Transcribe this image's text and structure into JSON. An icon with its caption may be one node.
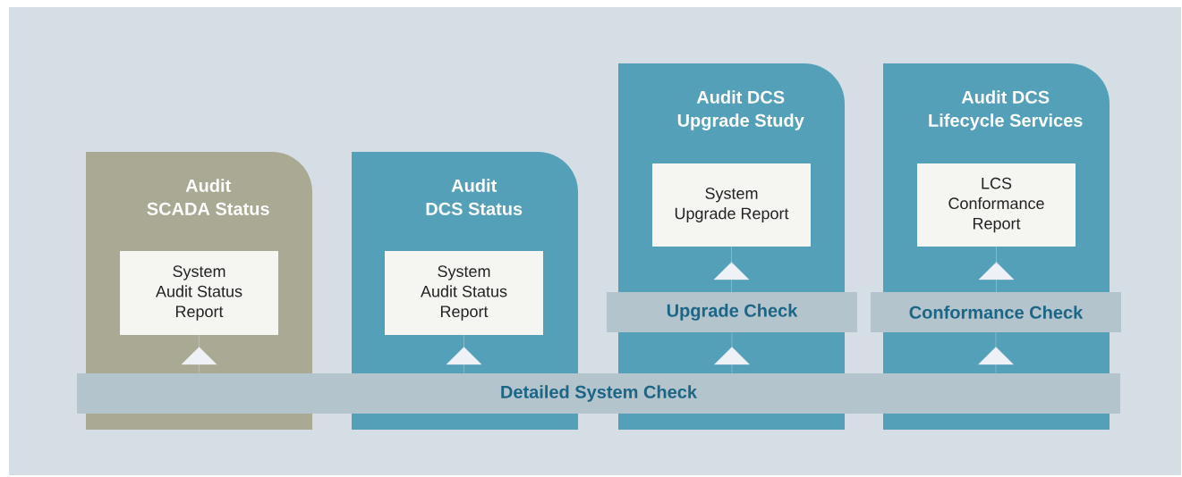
{
  "diagram": {
    "nodes": [
      {
        "text": [
          "Audit SCADA Status"
        ]
      },
      {
        "text": [
          "System Audit Status Report"
        ],
        "in": 0
      },
      {
        "text": [
          "Audit DCS Status"
        ]
      },
      {
        "text": [
          "System Audit Status Report"
        ],
        "in": 2
      },
      {
        "text": [
          "Audit DCS Upgrade Study"
        ]
      },
      {
        "text": [
          "System Upgrade Report"
        ],
        "in": 4
      },
      {
        "text": [
          "Upgrade Check"
        ]
      },
      {
        "text": [
          "Audit DCS Lifecycle Services"
        ]
      },
      {
        "text": [
          "LCS Conformance Report"
        ],
        "in": 7
      },
      {
        "text": [
          "Conformance Check"
        ]
      },
      {
        "text": [
          "Detailed System Check"
        ]
      }
    ],
    "edges": [
      {
        "from": 10,
        "to": 1,
        "arrow": "to"
      },
      {
        "from": 10,
        "to": 3,
        "arrow": "to"
      },
      {
        "from": 10,
        "to": 6,
        "arrow": "to"
      },
      {
        "from": 6,
        "to": 5,
        "arrow": "to"
      },
      {
        "from": 10,
        "to": 9,
        "arrow": "to"
      },
      {
        "from": 9,
        "to": 8,
        "arrow": "to"
      }
    ]
  }
}
